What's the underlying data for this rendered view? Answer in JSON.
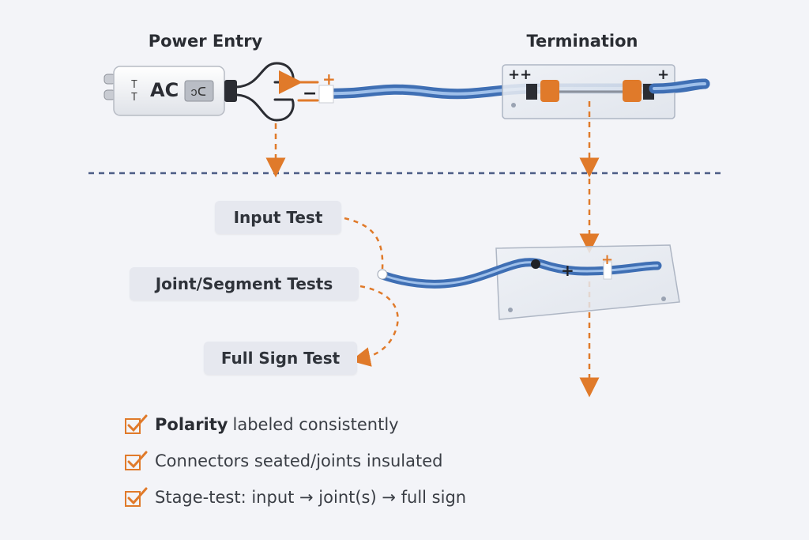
{
  "headings": {
    "power_entry": "Power Entry",
    "termination": "Termination"
  },
  "device": {
    "ac_label": "AC"
  },
  "polarity": {
    "plus": "+",
    "minus": "−",
    "double_plus": "++"
  },
  "tests": {
    "input": "Input Test",
    "joint_segment": "Joint/Segment Tests",
    "full_sign": "Full Sign Test"
  },
  "checklist": [
    {
      "bold": "Polarity",
      "text": "labeled consistently"
    },
    {
      "bold": "",
      "text": "Connectors seated/joints insulated"
    },
    {
      "bold": "",
      "text": "Stage-test: input → joint(s) → full sign"
    }
  ],
  "colors": {
    "accent_orange": "#e07a2a",
    "cable_blue": "#4a7fc8",
    "divider_navy": "#4c5d86",
    "background": "#f3f4f8"
  },
  "icons": [
    "check-icon",
    "arrow-down-icon",
    "connector-icon",
    "plug-icon"
  ]
}
